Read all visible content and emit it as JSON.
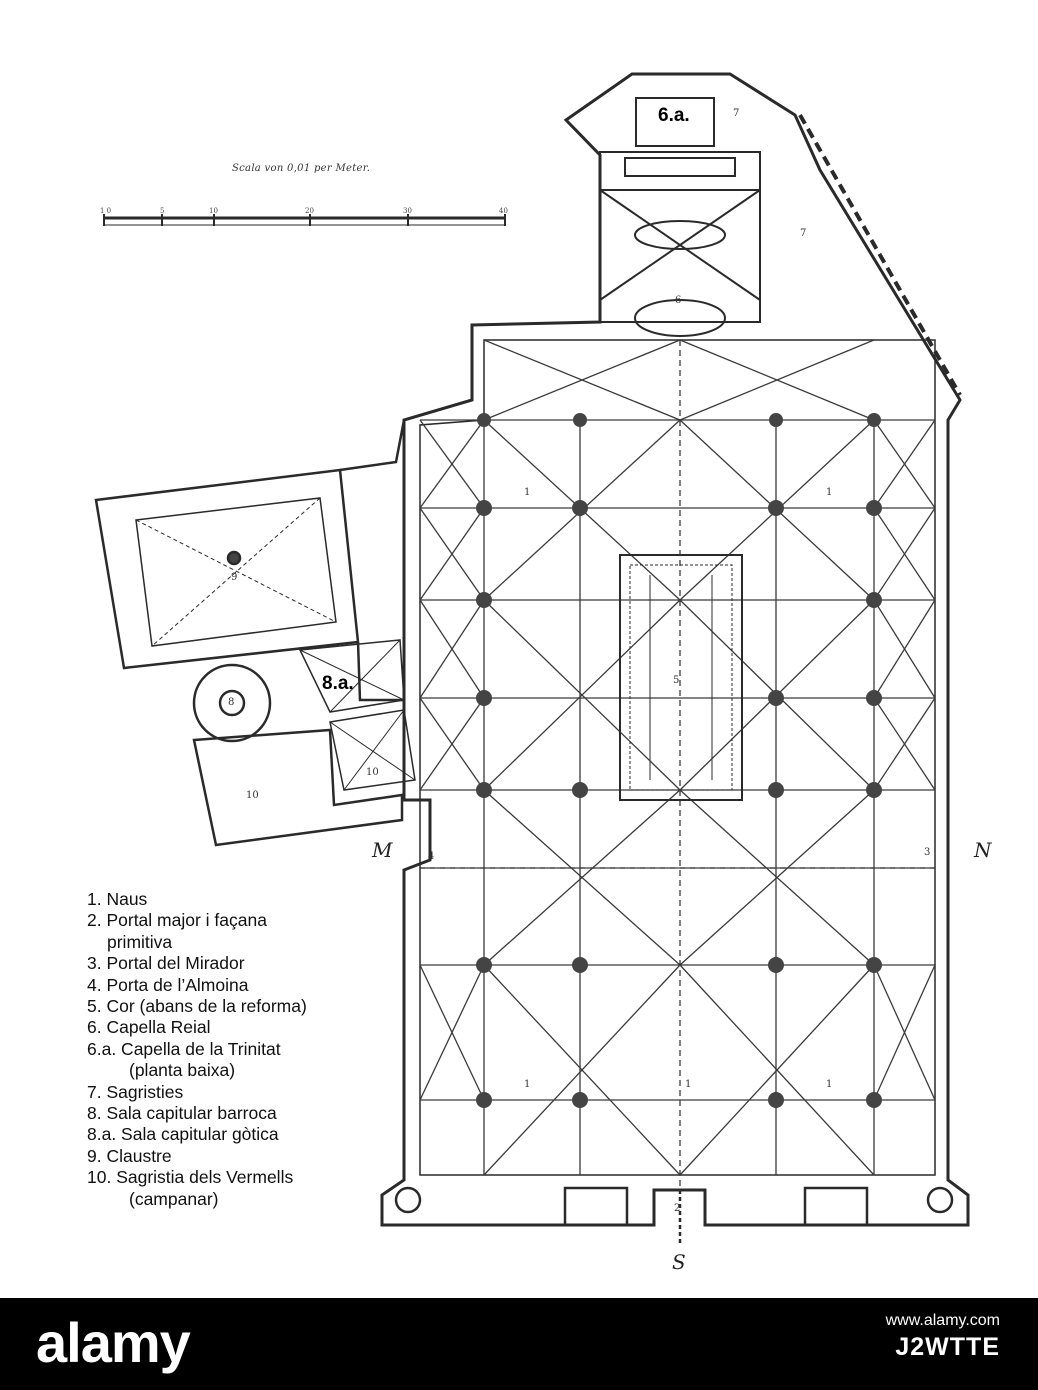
{
  "scale": {
    "title": "Scala von 0,01 per Meter.",
    "ticks": [
      "1 0",
      "5",
      "10",
      "20",
      "30",
      "40"
    ]
  },
  "labels": {
    "trinitat": "6.a.",
    "gothic_chapter": "8.a.",
    "sacristies": "7",
    "royal_chapel": "6",
    "naves": "1",
    "cloister": "9",
    "baroque_chapter": "8",
    "vermells": "10",
    "main_portal": "2",
    "mirador": "3",
    "almoina": "4",
    "choir": "5",
    "side_left": "M",
    "side_right": "N",
    "bottom_mark": "S"
  },
  "legend": [
    {
      "text": "1. Naus",
      "style": "row"
    },
    {
      "text": "2. Portal major i façana",
      "style": "row"
    },
    {
      "text": "primitiva",
      "style": "indent"
    },
    {
      "text": "3. Portal del Mirador",
      "style": "row"
    },
    {
      "text": "4. Porta de l’Almoina",
      "style": "row"
    },
    {
      "text": "5. Cor (abans de la reforma)",
      "style": "row"
    },
    {
      "text": "6. Capella Reial",
      "style": "row"
    },
    {
      "text": "6.a. Capella de la Trinitat",
      "style": "row"
    },
    {
      "text": "(planta baixa)",
      "style": "indent2"
    },
    {
      "text": "7. Sagristies",
      "style": "row"
    },
    {
      "text": "8. Sala capitular barroca",
      "style": "row"
    },
    {
      "text": "8.a. Sala capitular gòtica",
      "style": "row"
    },
    {
      "text": "9. Claustre",
      "style": "row"
    },
    {
      "text": "10. Sagristia dels Vermells",
      "style": "row"
    },
    {
      "text": "(campanar)",
      "style": "indent2"
    }
  ],
  "footer": {
    "brand": "alamy",
    "url": "www.alamy.com",
    "code": "J2WTTE"
  },
  "colors": {
    "ink": "#222222",
    "paper": "#ffffff",
    "footer_bg": "#000000"
  }
}
